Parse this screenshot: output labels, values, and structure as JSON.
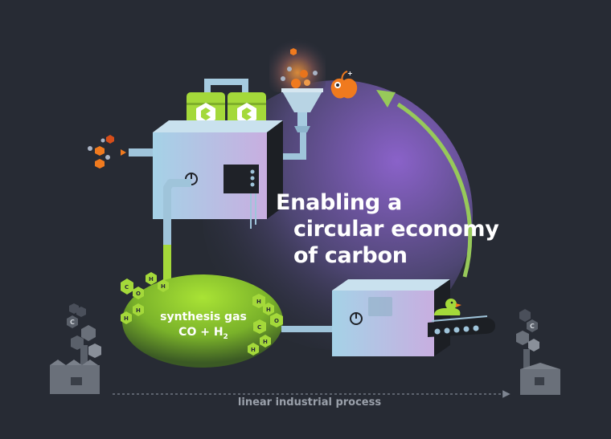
{
  "headline": {
    "line1": "Enabling a",
    "line2": "circular economy",
    "line3": "of carbon"
  },
  "synthesis_gas": {
    "label": "synthesis gas",
    "formula_main": "CO + H",
    "formula_sub": "2"
  },
  "footer": {
    "label": "linear industrial process"
  },
  "atoms": {
    "carbon": "C",
    "oxygen": "O",
    "hydrogen": "H"
  },
  "colors": {
    "background": "#272b34",
    "machine": "#9fd0e6",
    "accent_green": "#a4d93a",
    "accent_orange": "#f07a1e",
    "cycle_purple": "#8a62c9"
  },
  "icons": [
    "carbon-recycle-icon",
    "duck-icon",
    "apple-icon",
    "factory-icon",
    "arrow-icon"
  ]
}
